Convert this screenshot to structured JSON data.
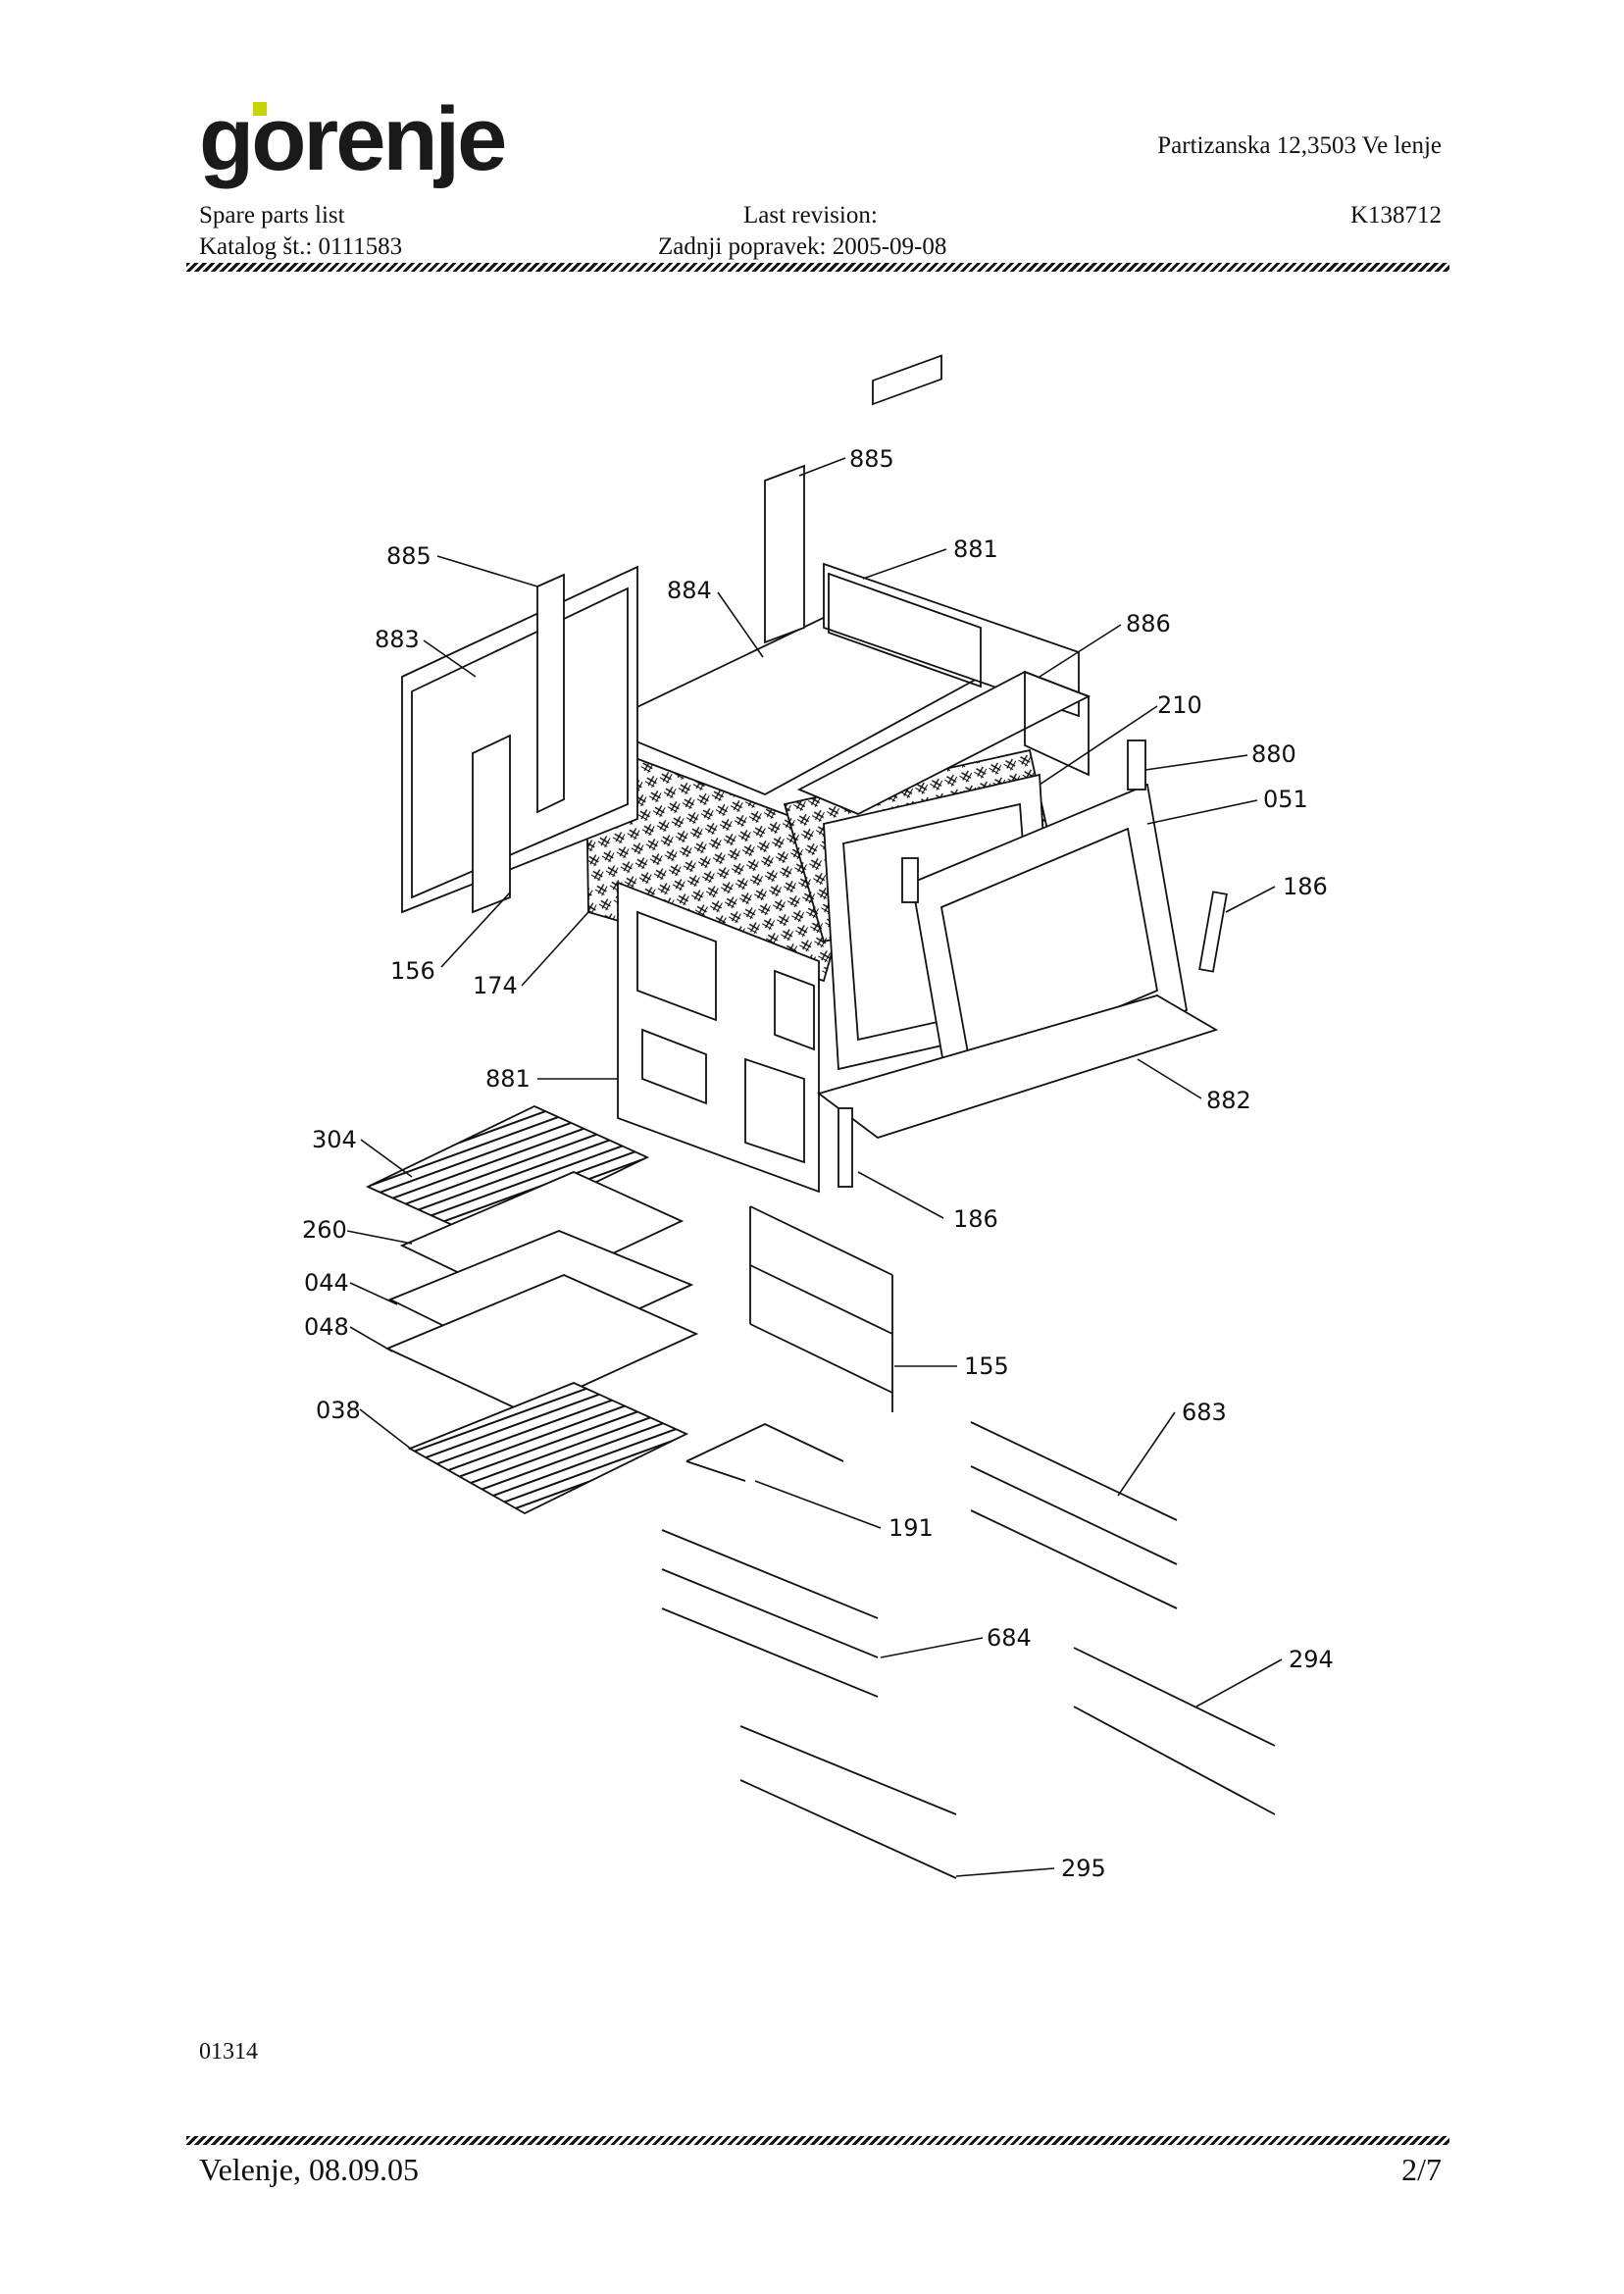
{
  "header": {
    "brand": "gorenje",
    "address": "Partizanska 12,3503 Ve lenje",
    "doc_type": "Spare parts list",
    "catalog": "Katalog št.: 0111583",
    "last_revision_label": "Last revision:",
    "last_revision": "Zadnji popravek: 2005-09-08",
    "model": "K138712"
  },
  "diagram": {
    "callouts": [
      "885",
      "885",
      "881",
      "884",
      "883",
      "886",
      "210",
      "880",
      "051",
      "186",
      "156",
      "174",
      "881",
      "882",
      "304",
      "186",
      "260",
      "044",
      "048",
      "155",
      "038",
      "683",
      "191",
      "684",
      "294",
      "295"
    ]
  },
  "footer": {
    "code": "01314",
    "place_date": "Velenje, 08.09.05",
    "page": "2/7"
  },
  "colors": {
    "logo_accent": "#c8d400",
    "ink": "#111111"
  }
}
